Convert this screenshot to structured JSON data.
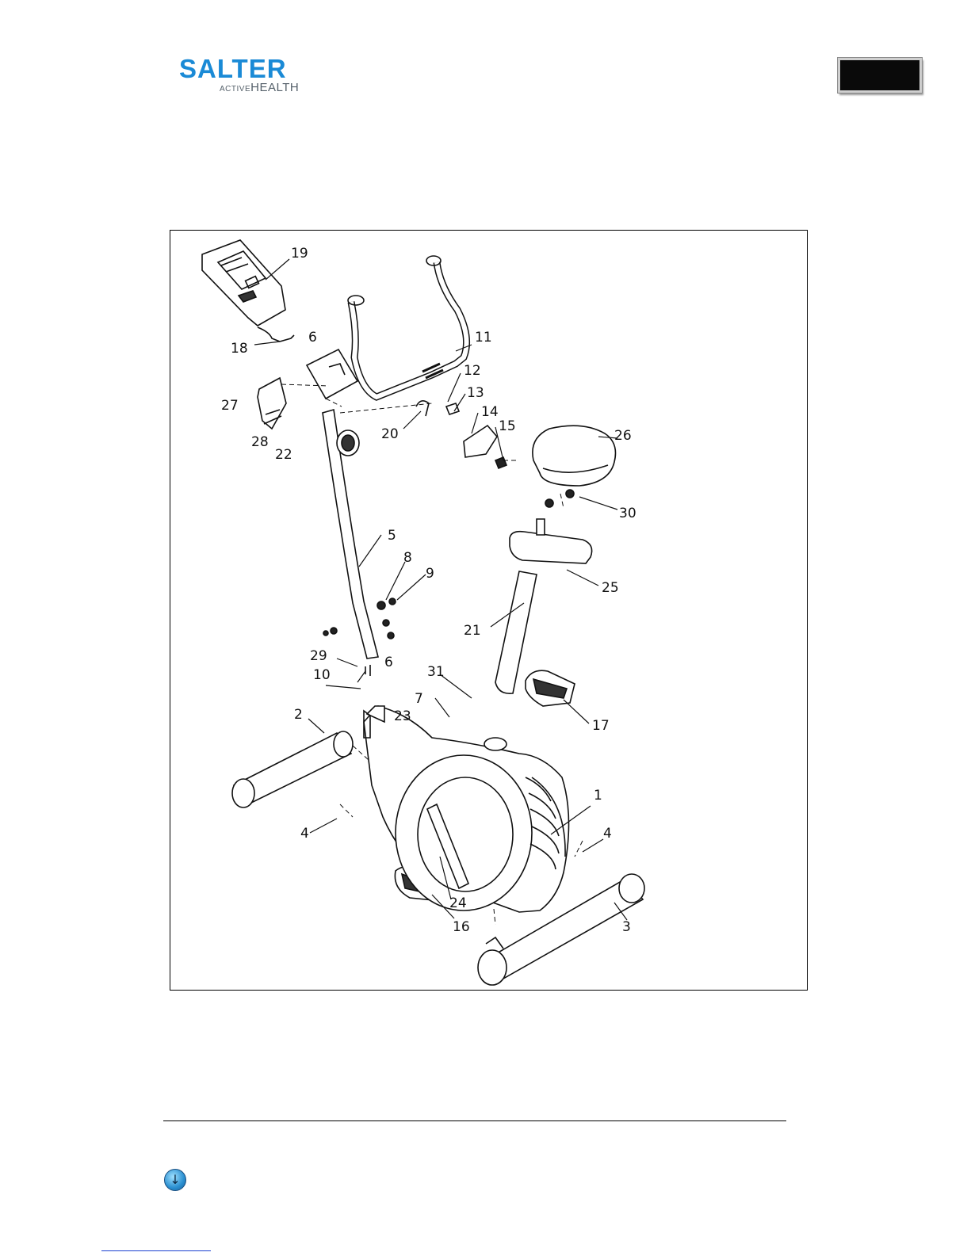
{
  "header": {
    "logo_main": "SALTER",
    "logo_sub_small": "ACTIVE",
    "logo_sub_big": "HEALTH",
    "brand_color": "#1a8ad6"
  },
  "diagram": {
    "callouts": [
      "19",
      "18",
      "6",
      "27",
      "28",
      "22",
      "11",
      "12",
      "13",
      "14",
      "20",
      "15",
      "26",
      "30",
      "5",
      "8",
      "9",
      "25",
      "21",
      "29",
      "6",
      "10",
      "23",
      "31",
      "7",
      "17",
      "2",
      "1",
      "4",
      "4",
      "24",
      "16",
      "3"
    ]
  },
  "footer": {
    "nav_icon": "down-arrow-circle-icon"
  }
}
